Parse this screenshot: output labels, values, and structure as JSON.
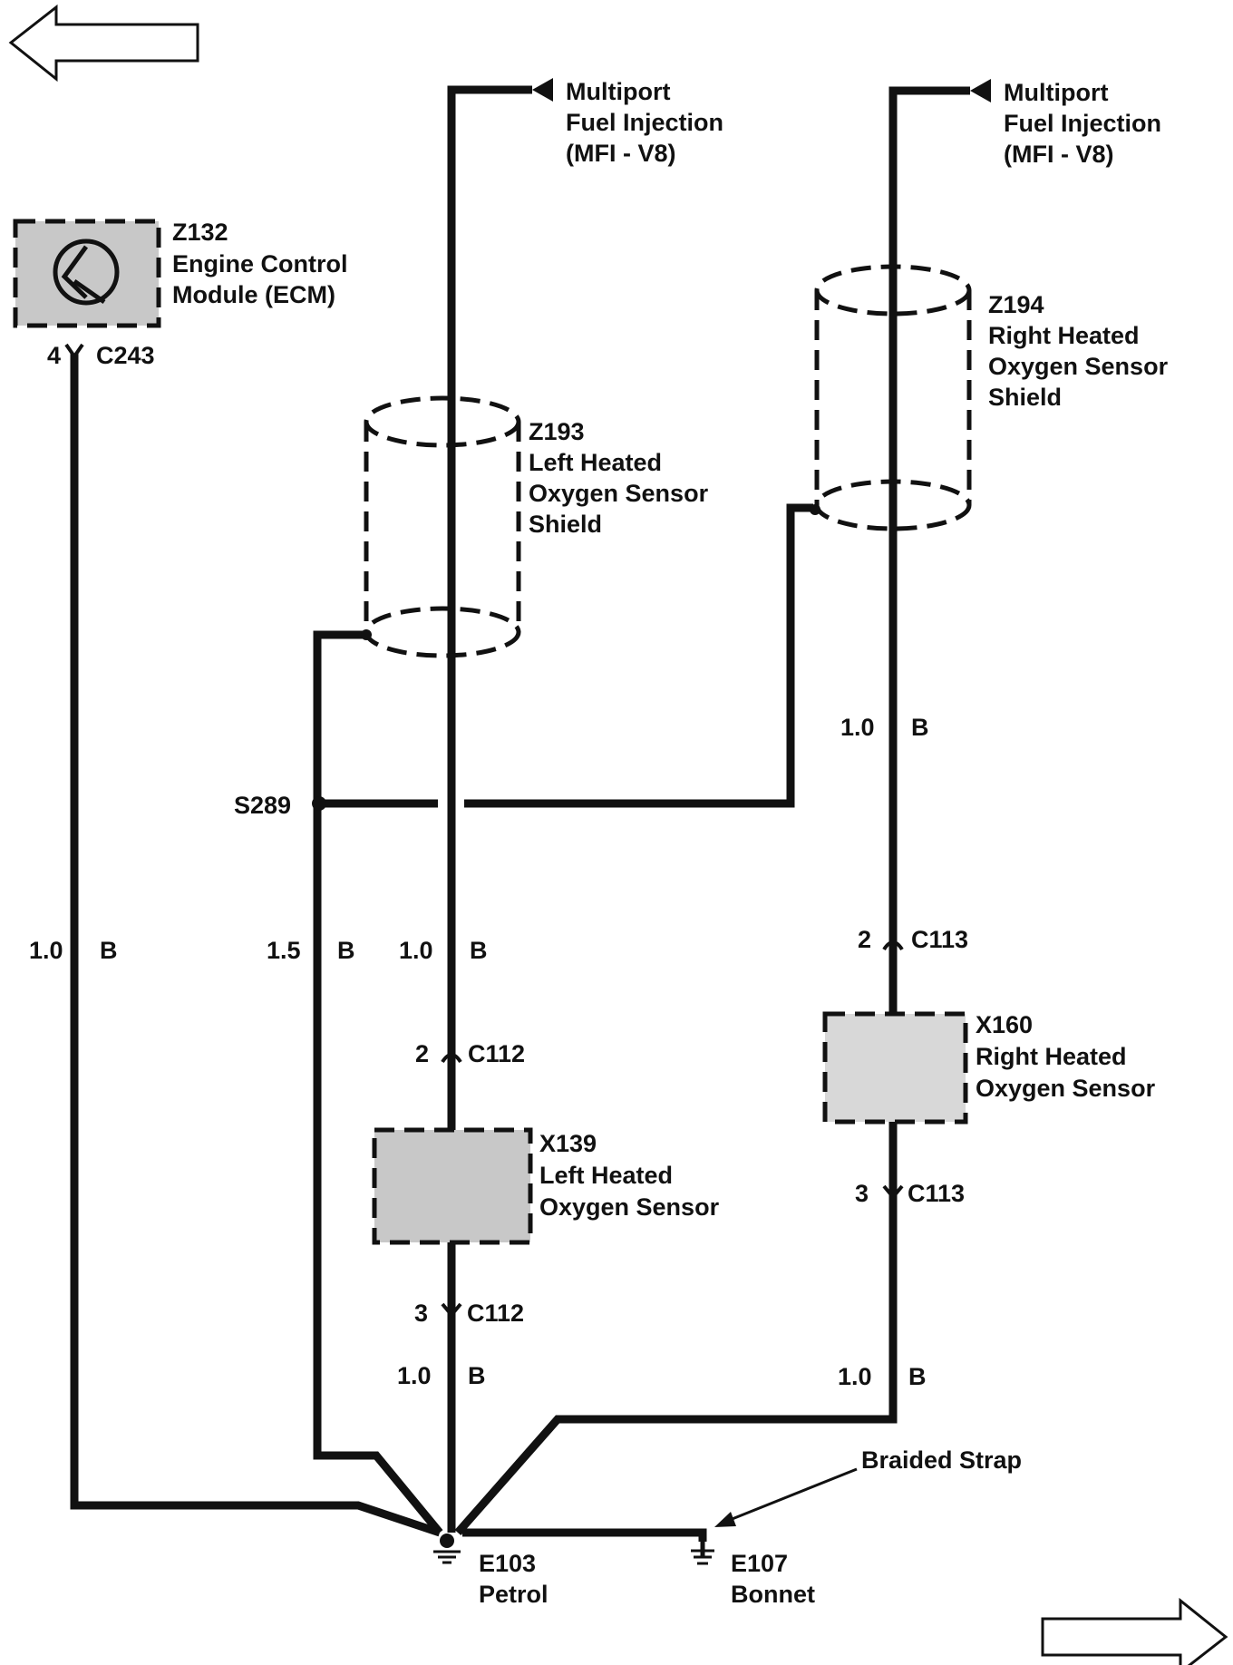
{
  "nav": {
    "previous_page": "previous-page",
    "next_page": "next-page"
  },
  "ecm": {
    "id": "Z132",
    "line1": "Engine Control",
    "line2": "Module (ECM)",
    "pin": "4",
    "connector": "C243",
    "wire_size": "1.0",
    "wire_color": "B"
  },
  "mfi_left": {
    "line1": "Multiport",
    "line2": "Fuel Injection",
    "line3": "(MFI - V8)"
  },
  "mfi_right": {
    "line1": "Multiport",
    "line2": "Fuel Injection",
    "line3": "(MFI - V8)"
  },
  "shield_left": {
    "id": "Z193",
    "line1": "Left Heated",
    "line2": "Oxygen Sensor",
    "line3": "Shield"
  },
  "shield_right": {
    "id": "Z194",
    "line1": "Right Heated",
    "line2": "Oxygen Sensor",
    "line3": "Shield"
  },
  "splice": {
    "id": "S289"
  },
  "wire_splice": {
    "size": "1.5",
    "color": "B"
  },
  "wire_left_upper": {
    "size": "1.0",
    "color": "B"
  },
  "wire_left_lower": {
    "size": "1.0",
    "color": "B"
  },
  "wire_right_upper": {
    "size": "1.0",
    "color": "B"
  },
  "wire_right_lower": {
    "size": "1.0",
    "color": "B"
  },
  "c112_top": {
    "pin": "2",
    "connector": "C112"
  },
  "c112_bottom": {
    "pin": "3",
    "connector": "C112"
  },
  "c113_top": {
    "pin": "2",
    "connector": "C113"
  },
  "c113_bottom": {
    "pin": "3",
    "connector": "C113"
  },
  "sensor_left": {
    "id": "X139",
    "line1": "Left Heated",
    "line2": "Oxygen Sensor"
  },
  "sensor_right": {
    "id": "X160",
    "line1": "Right Heated",
    "line2": "Oxygen Sensor"
  },
  "braided_strap": "Braided Strap",
  "ground_petrol": {
    "id": "E103",
    "name": "Petrol"
  },
  "ground_bonnet": {
    "id": "E107",
    "name": "Bonnet"
  }
}
